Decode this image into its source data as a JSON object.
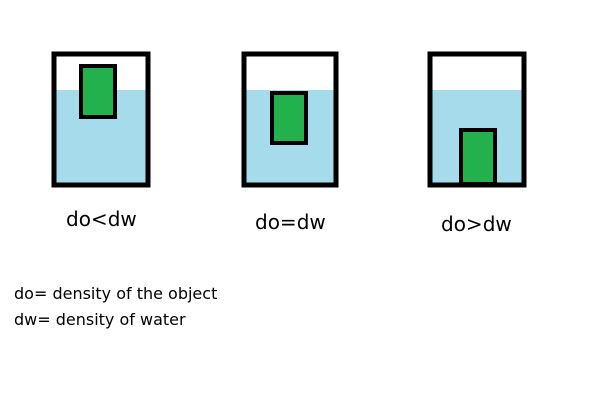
{
  "colors": {
    "water": "#a5dbea",
    "object": "#22b14c",
    "outline": "#000000",
    "background": "#ffffff"
  },
  "beakers": [
    {
      "label": "do<dw",
      "case": "floating"
    },
    {
      "label": "do=dw",
      "case": "suspended"
    },
    {
      "label": "do>dw",
      "case": "sinking"
    }
  ],
  "legend": [
    "do= density of the object",
    "dw= density of water"
  ]
}
